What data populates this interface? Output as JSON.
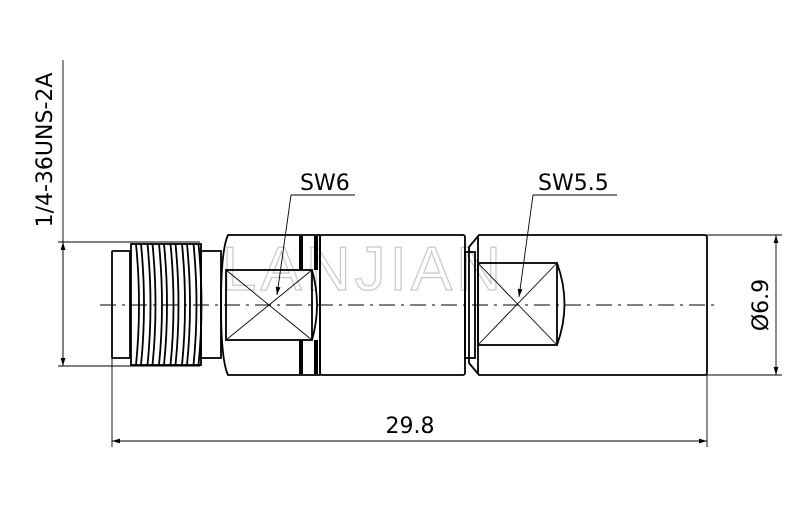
{
  "drawing": {
    "thread_label": "1/4-36UNS-2A",
    "hex1_label": "SW6",
    "hex2_label": "SW5.5",
    "diameter_label": "Ø6.9",
    "length_label": "29.8",
    "watermark": "LANJIAN",
    "line_color": "#000000",
    "watermark_color": "#c8c8c8"
  }
}
